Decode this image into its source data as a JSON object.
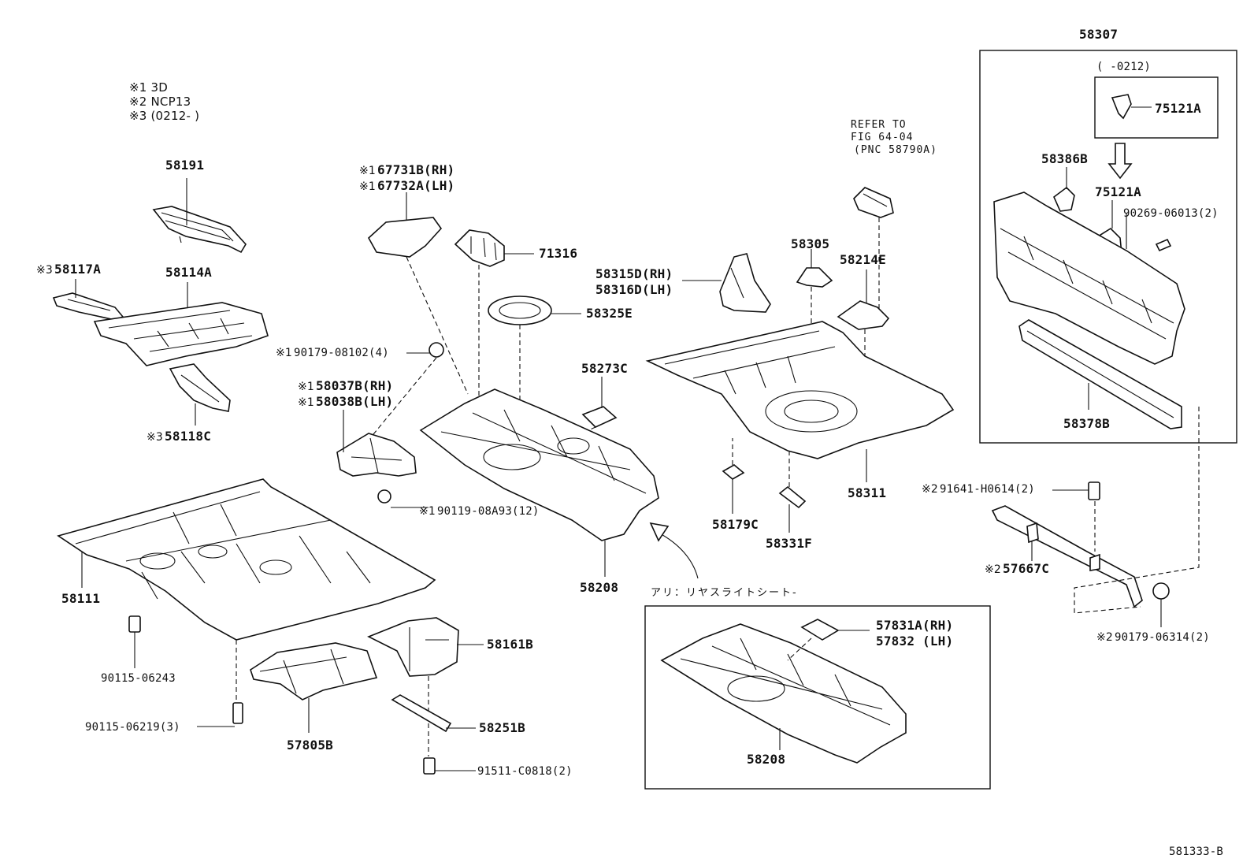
{
  "legend": {
    "items": [
      {
        "mark": "※1",
        "text": "3D"
      },
      {
        "mark": "※2",
        "text": "NCP13"
      },
      {
        "mark": "※3",
        "text": "(0212-        )"
      }
    ]
  },
  "boxes": {
    "rear_panel_group": {
      "label": "58307",
      "inset_label": "(        -0212)"
    },
    "rear_light_sheet_variant": {
      "caption": "アリ：リヤスライトシート-"
    }
  },
  "refer": {
    "line1": "REFER TO",
    "line2": "FIG 64-04",
    "line3": "(PNC 58790A)"
  },
  "parts": {
    "p58191": "58191",
    "p58117A": "58117A",
    "p58117A_mark": "※3",
    "p58114A": "58114A",
    "p58118C": "58118C",
    "p58118C_mark": "※3",
    "p58111": "58111",
    "p90115_06243": "90115-06243",
    "p90115_06219": "90115-06219(3)",
    "p57805B": "57805B",
    "p58161B": "58161B",
    "p58251B": "58251B",
    "p91511": "91511-C0818(2)",
    "p67731B": "67731B(RH)",
    "p67732A": "67732A(LH)",
    "p6773_mark": "※1",
    "p71316": "71316",
    "p58325E": "58325E",
    "p90179_08102": "90179-08102(4)",
    "p90179_08102_mark": "※1",
    "p58037B": "58037B(RH)",
    "p58038B": "58038B(LH)",
    "p5803_mark": "※1",
    "p90119": "90119-08A93(12)",
    "p90119_mark": "※1",
    "p58273C": "58273C",
    "p58208_main": "58208",
    "p58208_alt": "58208",
    "p58315D": "58315D(RH)",
    "p58316D": "58316D(LH)",
    "p58305": "58305",
    "p58214E": "58214E",
    "p58179C": "58179C",
    "p58331F": "58331F",
    "p58311": "58311",
    "p57831A": "57831A(RH)",
    "p57832": "57832  (LH)",
    "p75121A_inset": "75121A",
    "p75121A": "75121A",
    "p58386B": "58386B",
    "p90269": "90269-06013(2)",
    "p58378B": "58378B",
    "p91641": "91641-H0614(2)",
    "p91641_mark": "※2",
    "p57667C": "57667C",
    "p57667C_mark": "※2",
    "p90179_06314": "90179-06314(2)",
    "p90179_06314_mark": "※2"
  },
  "figure_id": "581333-B"
}
